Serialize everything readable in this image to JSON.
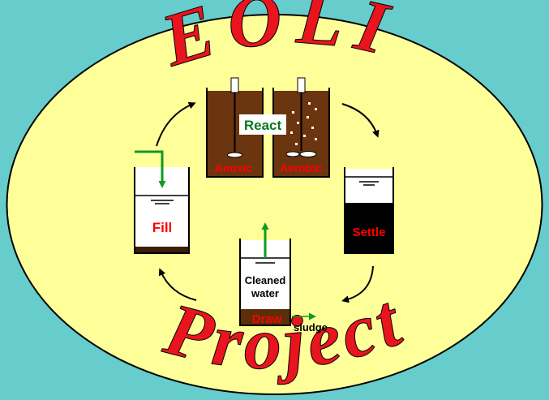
{
  "colors": {
    "background": "#66cccc",
    "ellipse_fill": "#ffff99",
    "title_red": "#e8141e",
    "stage_label_red": "#ff0000",
    "react_green": "#0b7a22",
    "sludge_brown": "#5c2f0a",
    "pipe_green": "#119922"
  },
  "title": {
    "top": "EOLI",
    "bottom": "Project"
  },
  "stages": {
    "fill": {
      "label": "Fill"
    },
    "react": {
      "label": "React",
      "anoxic": "Anoxic",
      "aerobic": "Aerobic"
    },
    "settle": {
      "label": "Settle"
    },
    "draw": {
      "label": "Draw",
      "water": [
        "Cleaned",
        "water"
      ],
      "sludge": "sludge"
    }
  },
  "icons": [
    "mixer-icon",
    "aerator-icon",
    "cycle-arrow-icon",
    "inflow-arrow-icon",
    "outflow-arrow-icon"
  ]
}
